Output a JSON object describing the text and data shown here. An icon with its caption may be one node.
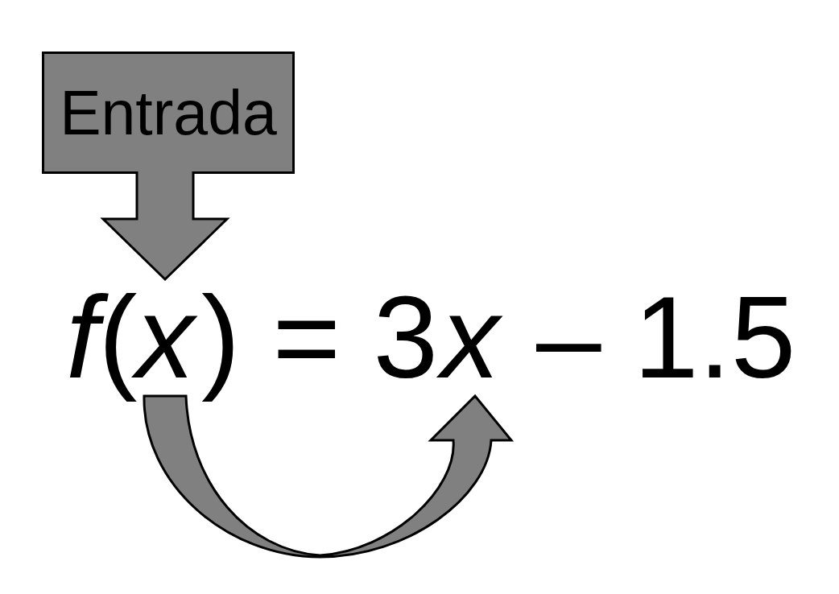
{
  "diagram": {
    "nodes": [
      {
        "text": [
          "Entrada"
        ]
      },
      {
        "text": [
          "x"
        ]
      },
      {
        "text": [
          "x"
        ]
      }
    ],
    "edges": [
      {
        "from": 0,
        "to": 1,
        "arrow": "to"
      },
      {
        "from": 1,
        "to": 2,
        "arrow": "to"
      }
    ],
    "labels": [
      "*f*(",
      ") = 3",
      "– 1.5"
    ]
  }
}
